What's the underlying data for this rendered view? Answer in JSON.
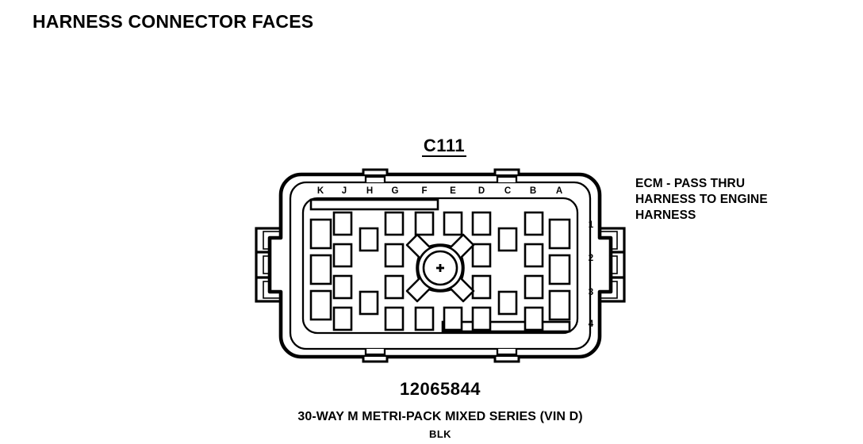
{
  "page": {
    "title": "HARNESS CONNECTOR FACES",
    "background_color": "#ffffff",
    "ink_color": "#000000"
  },
  "connector": {
    "id": "C111",
    "part_number": "12065844",
    "series_description": "30-WAY M METRI-PACK MIXED SERIES  (VIN D)",
    "wire_color": "BLK",
    "circuit_note": [
      "ECM - PASS THRU",
      "HARNESS TO ENGINE",
      "HARNESS"
    ],
    "column_labels": [
      "K",
      "J",
      "H",
      "G",
      "F",
      "E",
      "D",
      "C",
      "B",
      "A"
    ],
    "row_labels": [
      "1",
      "2",
      "3",
      "4"
    ],
    "cavity_count": 30,
    "center_feature": "bolt-boss-star",
    "cavity_map": [
      {
        "column": "K",
        "size": "large",
        "rows": [
          1.5,
          2.5,
          3.5
        ]
      },
      {
        "column": "J",
        "size": "small",
        "rows": [
          1,
          2,
          3,
          4
        ]
      },
      {
        "column": "H",
        "size": "small",
        "rows": [
          1.5,
          3.5
        ]
      },
      {
        "column": "G",
        "size": "small",
        "rows": [
          1,
          2,
          3,
          4
        ]
      },
      {
        "column": "F",
        "size": "small",
        "rows": [
          1,
          4
        ]
      },
      {
        "column": "E",
        "size": "small",
        "rows": [
          1,
          4
        ]
      },
      {
        "column": "D",
        "size": "small",
        "rows": [
          1,
          2,
          3,
          4
        ]
      },
      {
        "column": "C",
        "size": "small",
        "rows": [
          1.5,
          3.5
        ]
      },
      {
        "column": "B",
        "size": "small",
        "rows": [
          1,
          2,
          3,
          4
        ]
      },
      {
        "column": "A",
        "size": "large",
        "rows": [
          1.5,
          2.5,
          3.5
        ]
      }
    ]
  }
}
